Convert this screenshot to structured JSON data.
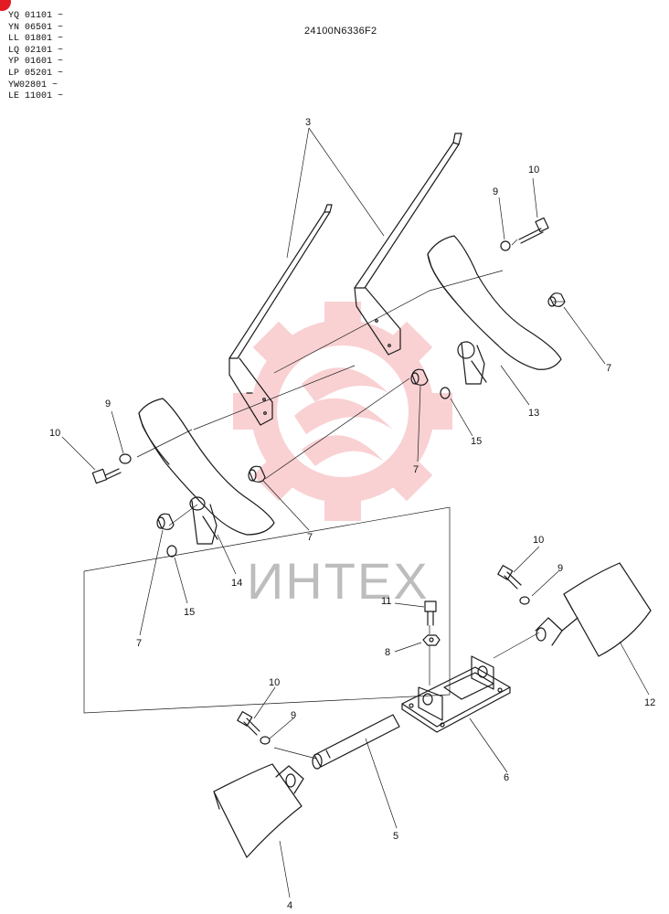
{
  "header": {
    "code": "24100N6336F2",
    "serials": [
      "YQ 01101 ~",
      "YN 06501 ~",
      "LL  01801 ~",
      "LQ 02101 ~",
      "YP 01601 ~",
      "LP  05201 ~",
      "YW02801 ~",
      "LE  11001 ~"
    ]
  },
  "watermark": {
    "text": "ИНТЕХ",
    "color": "#e8323c"
  },
  "labels": {
    "l3": "3",
    "l10a": "10",
    "l9a": "9",
    "l7a": "7",
    "l13": "13",
    "l15a": "15",
    "l7b": "7",
    "l9b": "9",
    "l10b": "10",
    "l7c": "7",
    "l14": "14",
    "l15b": "15",
    "l7d": "7",
    "l11": "11",
    "l8": "8",
    "l10c": "10",
    "l9c": "9",
    "l12": "12",
    "l6": "6",
    "l10d": "10",
    "l9d": "9",
    "l5": "5",
    "l4": "4"
  }
}
